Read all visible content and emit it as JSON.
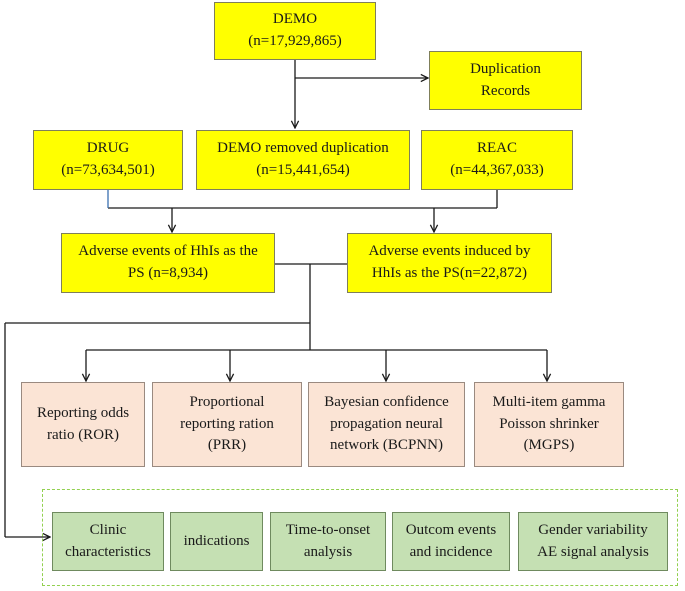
{
  "nodes": {
    "demo": "DEMO\n(n=17,929,865)",
    "duplication": "Duplication\nRecords",
    "drug": "DRUG\n(n=73,634,501)",
    "demo_removed": "DEMO removed duplication\n(n=15,441,654)",
    "reac": "REAC\n(n=44,367,033)",
    "ae_ps": "Adverse events of HhIs as the\nPS (n=8,934)",
    "ae_induced": "Adverse events induced by\nHhIs as the PS(n=22,872)",
    "ror": "Reporting odds\nratio (ROR)",
    "prr": "Proportional\nreporting ration\n(PRR)",
    "bcpnn": "Bayesian confidence\npropagation neural\nnetwork (BCPNN)",
    "mgps": "Multi-item gamma\nPoisson shrinker\n(MGPS)",
    "clinic": "Clinic\ncharacteristics",
    "indications": "indications",
    "tto": "Time-to-onset\nanalysis",
    "outcome": "Outcom events\nand incidence",
    "gender": "Gender variability\nAE signal analysis"
  },
  "colors": {
    "yellow": "#ffff00",
    "peach": "#fbe4d5",
    "green": "#c5e0b3",
    "dashed_border": "#92d050",
    "line": "#1a1a1a"
  }
}
